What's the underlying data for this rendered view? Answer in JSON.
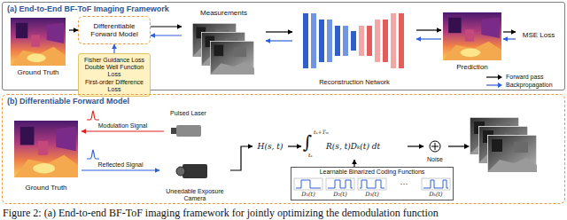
{
  "diagram": {
    "caption": "Figure 2: (a) End-to-end BF-ToF imaging framework for jointly optimizing the demodulation function",
    "nodes": [
      {
        "text": [
          "(a) End-to-End BF-ToF Imaging Framework"
        ]
      },
      {
        "text": [
          "Ground Truth"
        ],
        "in": 0
      },
      {
        "text": [
          "Differentiable Forward Model"
        ],
        "in": 0
      },
      {
        "text": [
          "Fisher Guidance Loss",
          "Double Well Function Loss",
          "First-order Difference Loss"
        ],
        "in": 0
      },
      {
        "text": [
          "Measurements"
        ],
        "in": 0
      },
      {
        "text": [
          "Reconstruction Network"
        ],
        "in": 0
      },
      {
        "text": [
          "Prediction"
        ],
        "in": 0
      },
      {
        "text": [
          "MSE Loss"
        ],
        "in": 0
      },
      {
        "text": [
          "(b) Differentiable Forward Model"
        ]
      },
      {
        "text": [
          "Ground Truth"
        ],
        "in": 8
      },
      {
        "text": [
          "Pulsed Laser"
        ],
        "in": 8
      },
      {
        "text": [
          "Uneedable Exposure Camera"
        ],
        "in": 8
      },
      {
        "text": [
          "H(s, t)"
        ],
        "in": 8
      },
      {
        "text": [
          "R(s, t)Dₖ(t) dt"
        ],
        "in": 8
      },
      {
        "text": [
          "Noise"
        ],
        "in": 8
      },
      {
        "text": [
          "Learnable Binarized Coding Functions"
        ],
        "in": 8
      }
    ],
    "edges": [
      {
        "from": 1,
        "to": 2,
        "arrow": "to"
      },
      {
        "from": 2,
        "to": 4,
        "arrow": "to"
      },
      {
        "from": 4,
        "to": 2,
        "arrow": "to"
      },
      {
        "from": 4,
        "to": 5,
        "arrow": "to"
      },
      {
        "from": 5,
        "to": 4,
        "arrow": "to"
      },
      {
        "from": 5,
        "to": 6,
        "arrow": "to"
      },
      {
        "from": 6,
        "to": 5,
        "arrow": "to"
      },
      {
        "from": 6,
        "to": 7,
        "arrow": "to"
      },
      {
        "from": 7,
        "to": 6,
        "arrow": "to"
      },
      {
        "from": 3,
        "to": 2,
        "arrow": "to"
      },
      {
        "from": 10,
        "to": 9,
        "arrow": "to",
        "label": "Modulation Signal"
      },
      {
        "from": 9,
        "to": 11,
        "arrow": "to",
        "label": "Reflected Signal"
      },
      {
        "from": 11,
        "to": 12,
        "arrow": "to"
      },
      {
        "from": 12,
        "to": 13,
        "arrow": "to"
      },
      {
        "from": 13,
        "to": 14,
        "arrow": "to"
      },
      {
        "from": 15,
        "to": 13,
        "arrow": "to"
      }
    ],
    "labels": [
      "∫",
      "tₛ+Tₘ",
      "tₛ",
      "D₁(t)",
      "D₂(t)",
      "D₃(t)",
      "···",
      "Dₖ(t)"
    ],
    "legend": [
      {
        "text": "Forward pass"
      },
      {
        "text": "Backpropagation"
      }
    ]
  }
}
